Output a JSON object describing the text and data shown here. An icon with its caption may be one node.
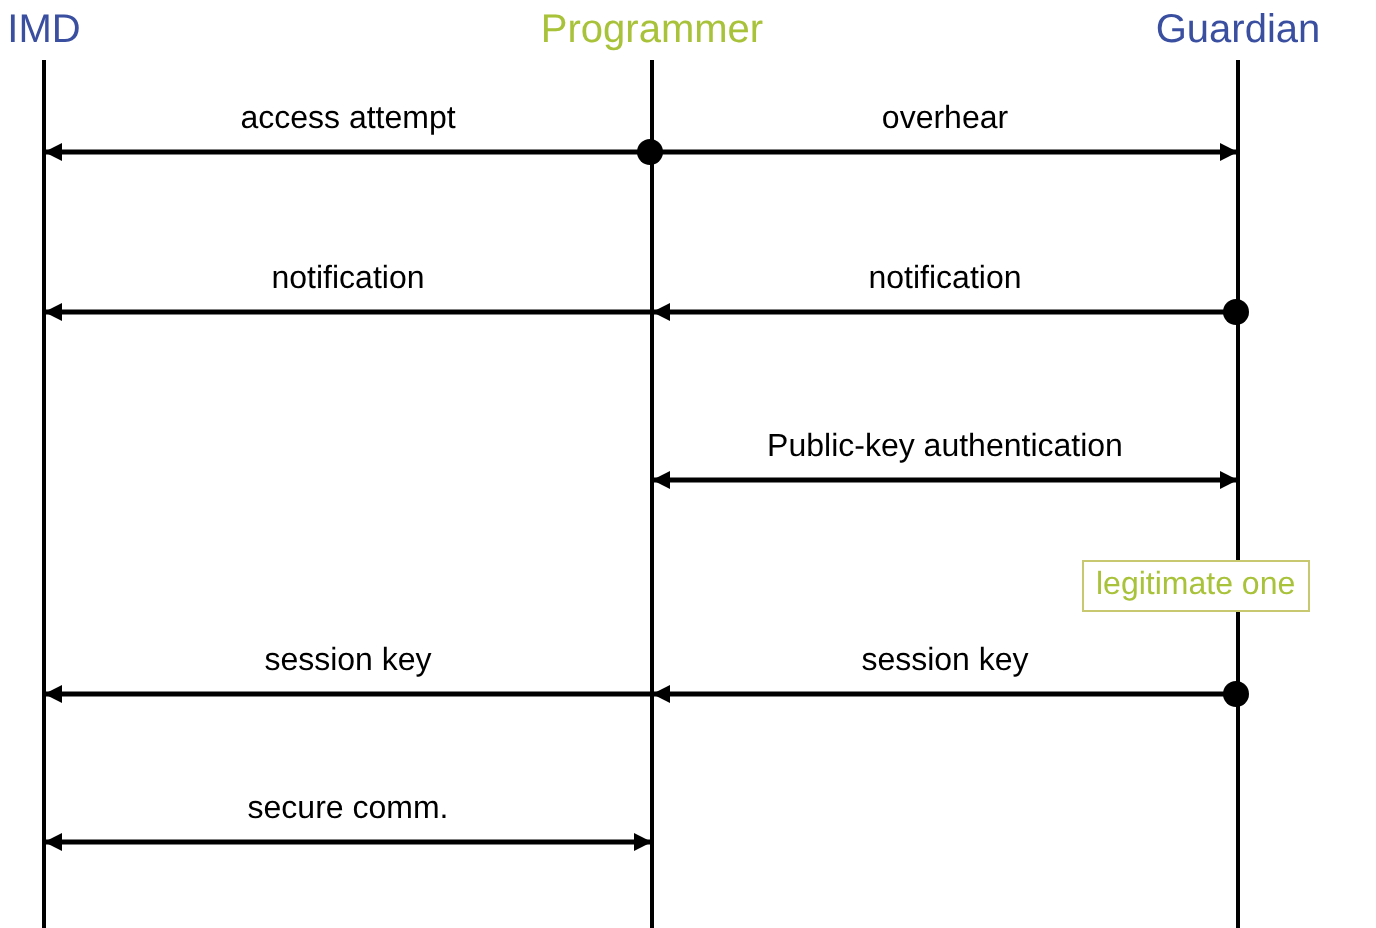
{
  "diagram": {
    "nodes": [
      {
        "text": [
          "IMD"
        ]
      },
      {
        "text": [
          "Programmer"
        ]
      },
      {
        "text": [
          "Guardian"
        ]
      },
      {
        "text": [
          "legitimate one"
        ]
      }
    ],
    "edges": [
      {
        "from": 1,
        "to": 0,
        "arrow": "to",
        "label": "access attempt"
      },
      {
        "from": 1,
        "to": 2,
        "arrow": "to",
        "label": "overhear"
      },
      {
        "from": 1,
        "to": 0,
        "arrow": "to",
        "label": "notification"
      },
      {
        "from": 2,
        "to": 1,
        "arrow": "to",
        "label": "notification"
      },
      {
        "from": 1,
        "to": 2,
        "arrow": "both",
        "label": "Public-key authentication"
      },
      {
        "from": 1,
        "to": 0,
        "arrow": "to",
        "label": "session key"
      },
      {
        "from": 2,
        "to": 1,
        "arrow": "to",
        "label": "session key"
      },
      {
        "from": 0,
        "to": 1,
        "arrow": "both",
        "label": "secure comm."
      }
    ]
  }
}
